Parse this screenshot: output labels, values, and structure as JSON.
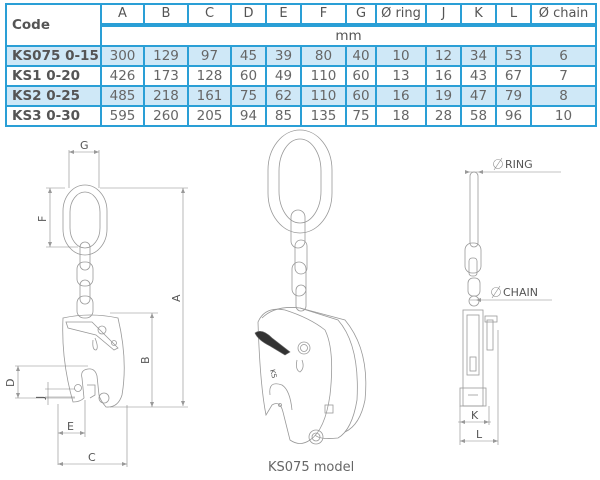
{
  "table": {
    "code_header": "Code",
    "columns": [
      "A",
      "B",
      "C",
      "D",
      "E",
      "F",
      "G",
      "Ø ring",
      "J",
      "K",
      "L",
      "Ø chain"
    ],
    "unit": "mm",
    "rows": [
      {
        "code": "KS075 0-15",
        "values": [
          "300",
          "129",
          "97",
          "45",
          "39",
          "80",
          "40",
          "10",
          "12",
          "34",
          "53",
          "6"
        ]
      },
      {
        "code": "KS1 0-20",
        "values": [
          "426",
          "173",
          "128",
          "60",
          "49",
          "110",
          "60",
          "13",
          "16",
          "43",
          "67",
          "7"
        ]
      },
      {
        "code": "KS2 0-25",
        "values": [
          "485",
          "218",
          "161",
          "75",
          "62",
          "110",
          "60",
          "16",
          "19",
          "47",
          "79",
          "8"
        ]
      },
      {
        "code": "KS3 0-30",
        "values": [
          "595",
          "260",
          "205",
          "94",
          "85",
          "135",
          "75",
          "18",
          "28",
          "58",
          "96",
          "10"
        ]
      }
    ]
  },
  "diagram": {
    "left_labels": {
      "G": "G",
      "F": "F",
      "A": "A",
      "B": "B",
      "D": "D",
      "J": "J",
      "E": "E",
      "C": "C"
    },
    "right_labels": {
      "ring": "RING",
      "chain": "CHAIN",
      "K": "K",
      "L": "L",
      "dia": "Ø"
    },
    "caption": "KS075 model"
  },
  "colors": {
    "table_border": "#2a9fd6",
    "row_shade": "#cfe8f7"
  }
}
